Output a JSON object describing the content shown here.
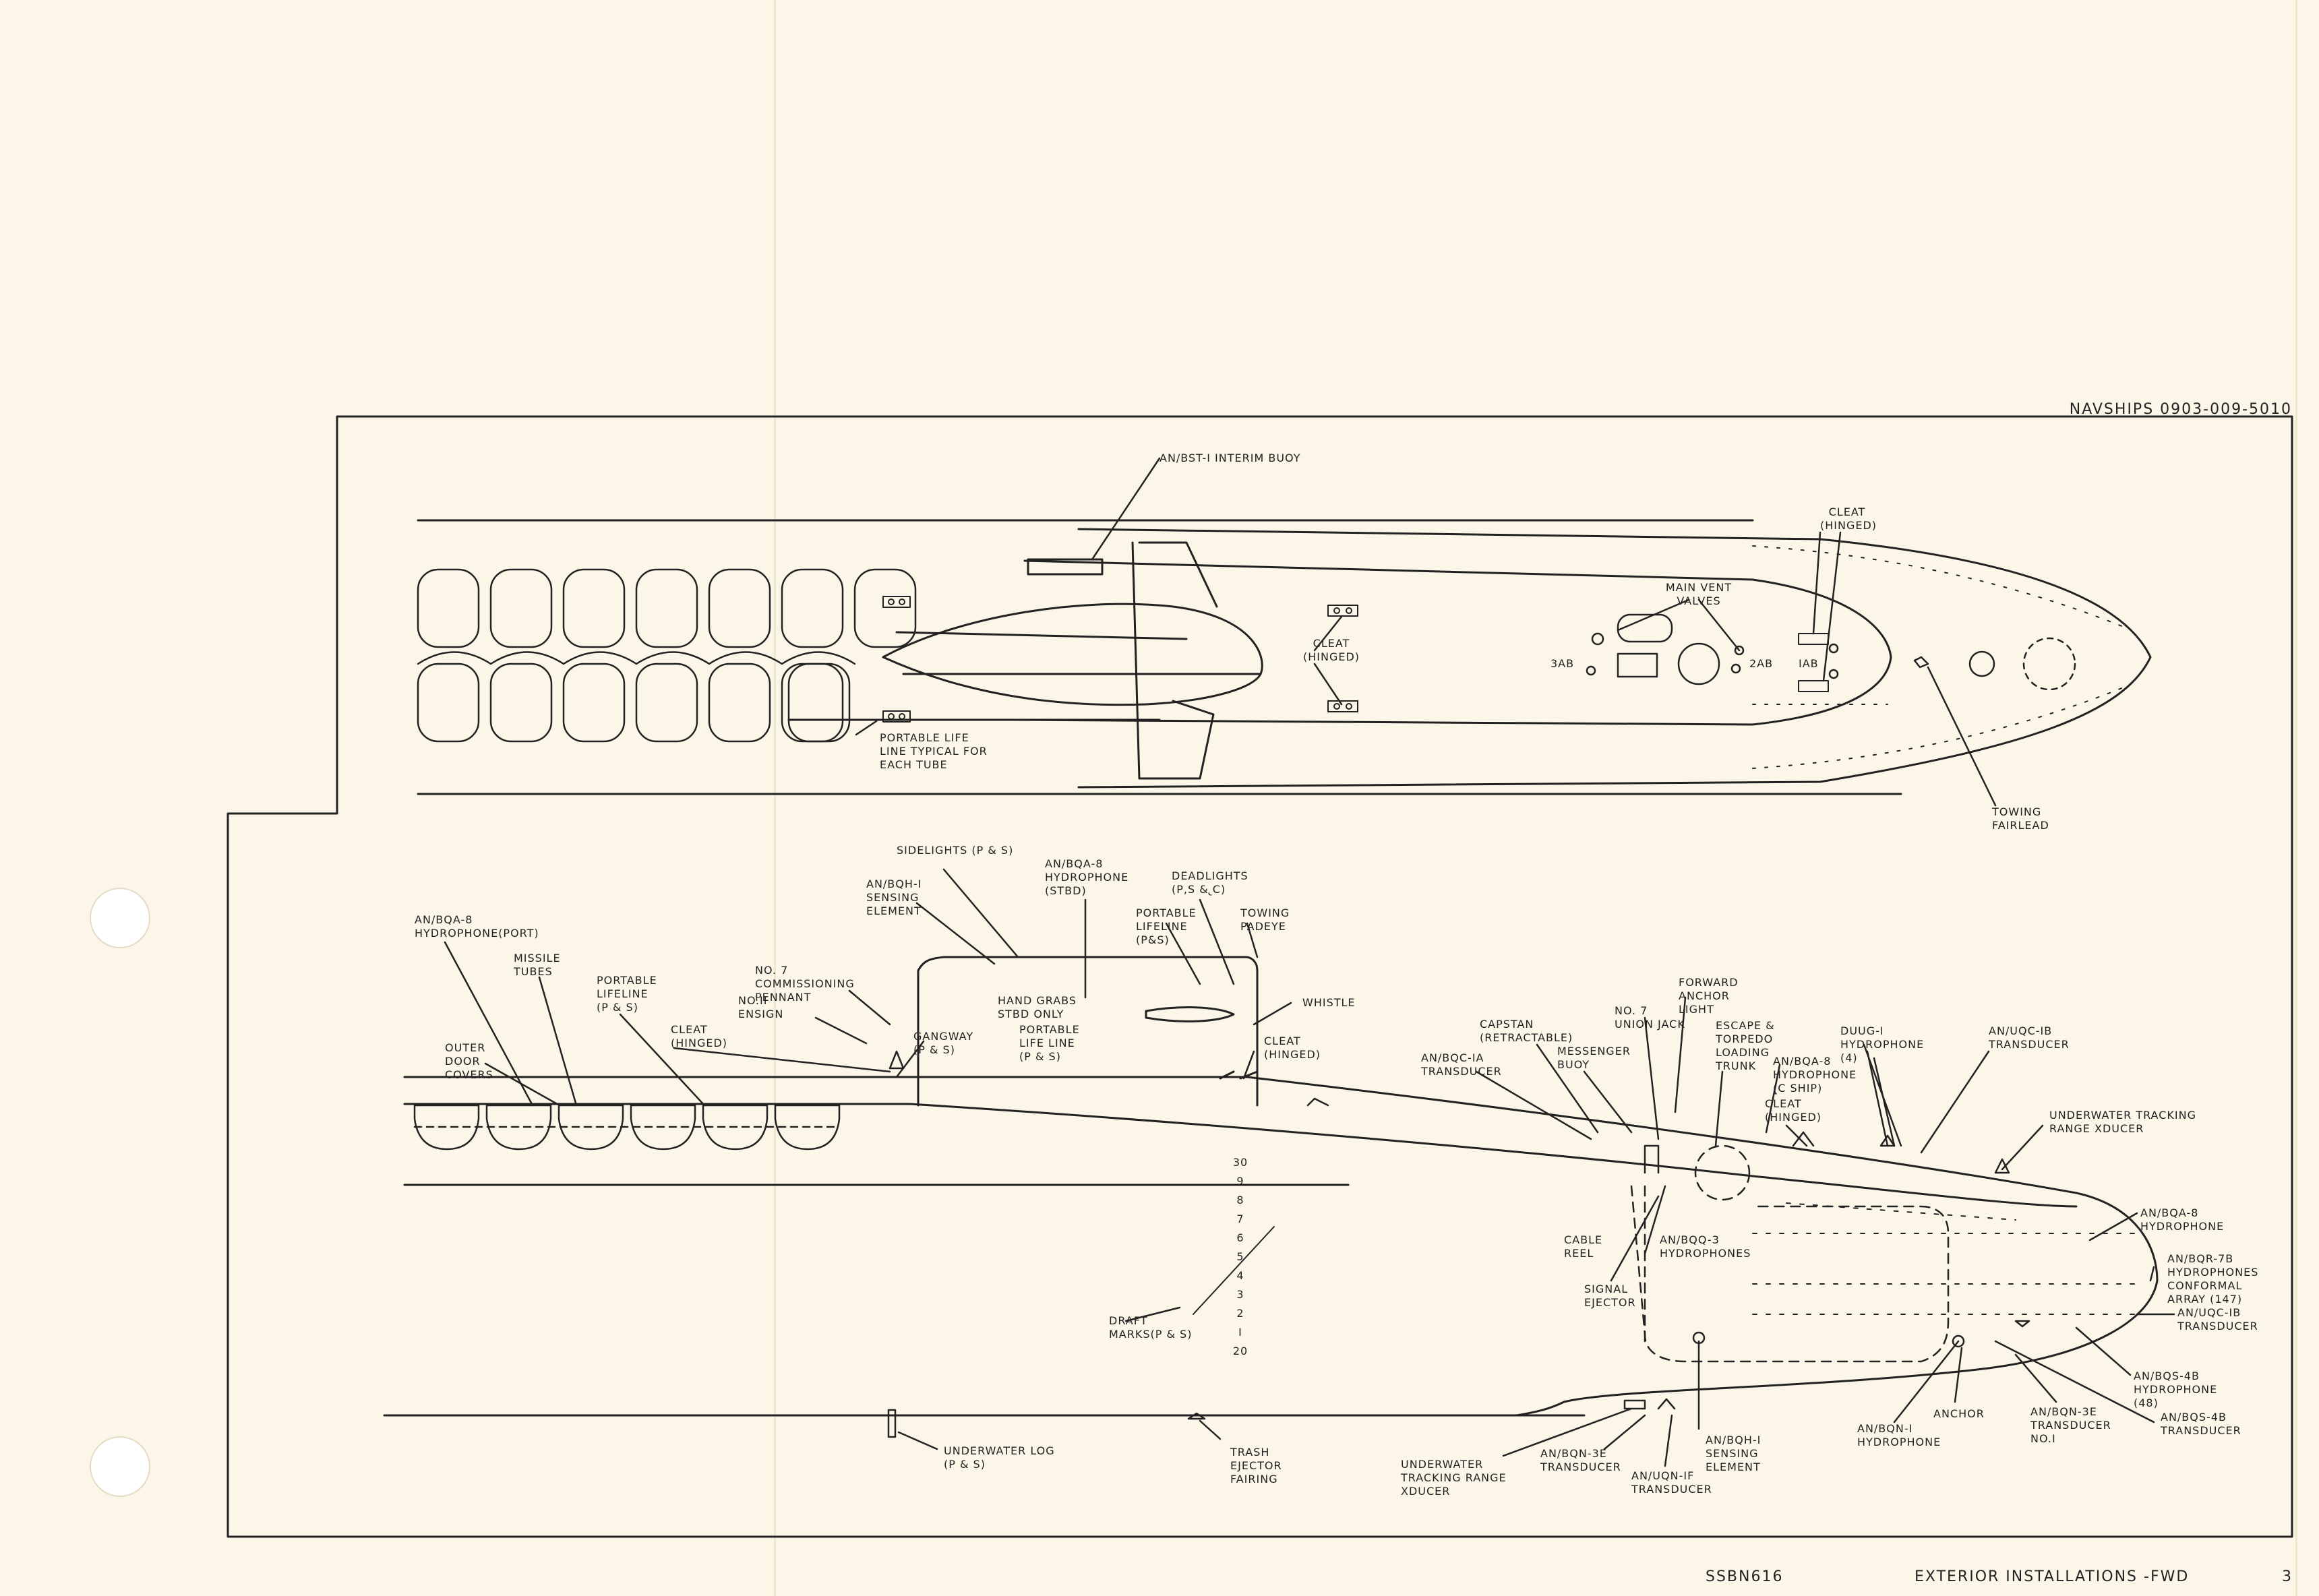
{
  "header": {
    "doc_number": "NAVSHIPS 0903-009-5010"
  },
  "footer": {
    "ship": "SSBN616",
    "title": "EXTERIOR INSTALLATIONS -FWD",
    "page": "3"
  },
  "plan_view": {
    "bst_buoy": "AN/BST-I INTERIM BUOY",
    "cleat_hinged_bow": "CLEAT\n(HINGED)",
    "main_vent_valves": "MAIN VENT\nVALVES",
    "cleat_hinged_mid": "CLEAT\n(HINGED)",
    "valve_3ab": "3AB",
    "valve_2ab": "2AB",
    "valve_1ab": "IAB",
    "portable_life_line": "PORTABLE LIFE\nLINE TYPICAL FOR\nEACH TUBE",
    "towing_fairlead": "TOWING\nFAIRLEAD"
  },
  "profile_view": {
    "bqa8_port": "AN/BQA-8\nHYDROPHONE(PORT)",
    "missile_tubes": "MISSILE\nTUBES",
    "portable_lifeline_ps": "PORTABLE\nLIFELINE\n(P & S)",
    "outer_door_covers": "OUTER\nDOOR\nCOVERS",
    "cleat_hinged_aft": "CLEAT\n(HINGED)",
    "no11_ensign": "NO.II\nENSIGN",
    "no7_pennant": "NO. 7\nCOMMISSIONING\nPENNANT",
    "gangway": "GANGWAY\n(P & S)",
    "sidelights": "SIDELIGHTS (P & S)",
    "bqh1_sail": "AN/BQH-I\nSENSING\nELEMENT",
    "bqa8_stbd": "AN/BQA-8\nHYDROPHONE\n(STBD)",
    "hand_grabs": "HAND GRABS\nSTBD ONLY",
    "portable_lifeline_sail": "PORTABLE\nLIFELINE\n(P&S)",
    "portable_life_line_ps": "PORTABLE\nLIFE LINE\n(P & S)",
    "deadlights": "DEADLIGHTS\n(P,S & ̢C)",
    "towing_padeye": "TOWING\nPADEYE",
    "whistle": "WHISTLE",
    "cleat_hinged_sail": "CLEAT\n(HINGED)",
    "bqc1a": "AN/BQC-IA\nTRANSDUCER",
    "capstan": "CAPSTAN\n(RETRACTABLE)",
    "messenger_buoy": "MESSENGER\nBUOY",
    "no7_union_jack": "NO. 7\nUNION JACK",
    "forward_anchor_light": "FORWARD\nANCHOR\nLIGHT",
    "escape_trunk": "ESCAPE &\nTORPEDO\nLOADING\nTRUNK",
    "bqa8_ship": "AN/BQA-8\nHYDROPHONE\n(̢C SHIP)",
    "cleat_hinged_fwd": "CLEAT\n(HINGED)",
    "duug1": "DUUG-I\nHYDROPHONE\n(4)",
    "uqc1b_top": "AN/UQC-IB\nTRANSDUCER",
    "tracking_xducer_top": "UNDERWATER TRACKING\nRANGE XDUCER",
    "bqa8_fwd": "AN/BQA-8\nHYDROPHONE",
    "bqr7b": "AN/BQR-7B\nHYDROPHONES\nCONFORMAL\nARRAY (147)",
    "uqc1b_bottom": "AN/UQC-IB\nTRANSDUCER",
    "bqs4b_hydro": "AN/BQS-4B\nHYDROPHONE\n(48)",
    "bqs4b_xducer": "AN/BQS-4B\nTRANSDUCER",
    "bqn3e_no1": "AN/BQN-3E\nTRANSDUCER\nNO.I",
    "anchor": "ANCHOR",
    "bqn1": "AN/BQN-I\nHYDROPHONE",
    "bqq3": "AN/BQQ-3\nHYDROPHONES",
    "cable_reel": "CABLE\nREEL",
    "signal_ejector": "SIGNAL\nEJECTOR",
    "bqh1_bottom": "AN/BQH-I\nSENSING\nELEMENT",
    "uqn1f": "AN/UQN-IF\nTRANSDUCER",
    "bqn3e": "AN/BQN-3E\nTRANSDUCER",
    "tracking_xducer_bottom": "UNDERWATER\nTRACKING RANGE\nXDUCER",
    "trash_ejector": "TRASH\nEJECTOR\nFAIRING",
    "underwater_log": "UNDERWATER LOG\n(P & S)",
    "draft_marks": "DRAFT\nMARKS(P & S)",
    "draft_numbers": [
      "30",
      "9",
      "8",
      "7",
      "6",
      "5",
      "4",
      "3",
      "2",
      "I",
      "20"
    ]
  },
  "colors": {
    "paper": "#fbf6e7",
    "ink": "#222222"
  }
}
